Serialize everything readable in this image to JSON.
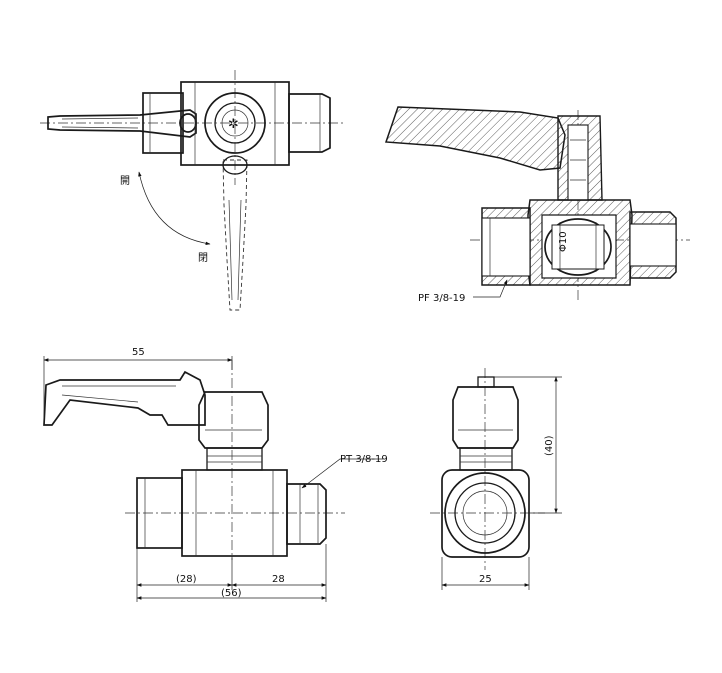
{
  "top_view": {
    "open_label": "開",
    "close_label": "閉"
  },
  "section_view": {
    "bore_label": "Φ10",
    "thread_label": "PF 3/8-19"
  },
  "front_view": {
    "width_dim": "55",
    "thread_label": "PT 3/8-19",
    "left_dim": "(28)",
    "right_dim": "28",
    "total_dim": "(56)"
  },
  "side_view": {
    "height_dim": "(40)",
    "width_dim": "25"
  }
}
